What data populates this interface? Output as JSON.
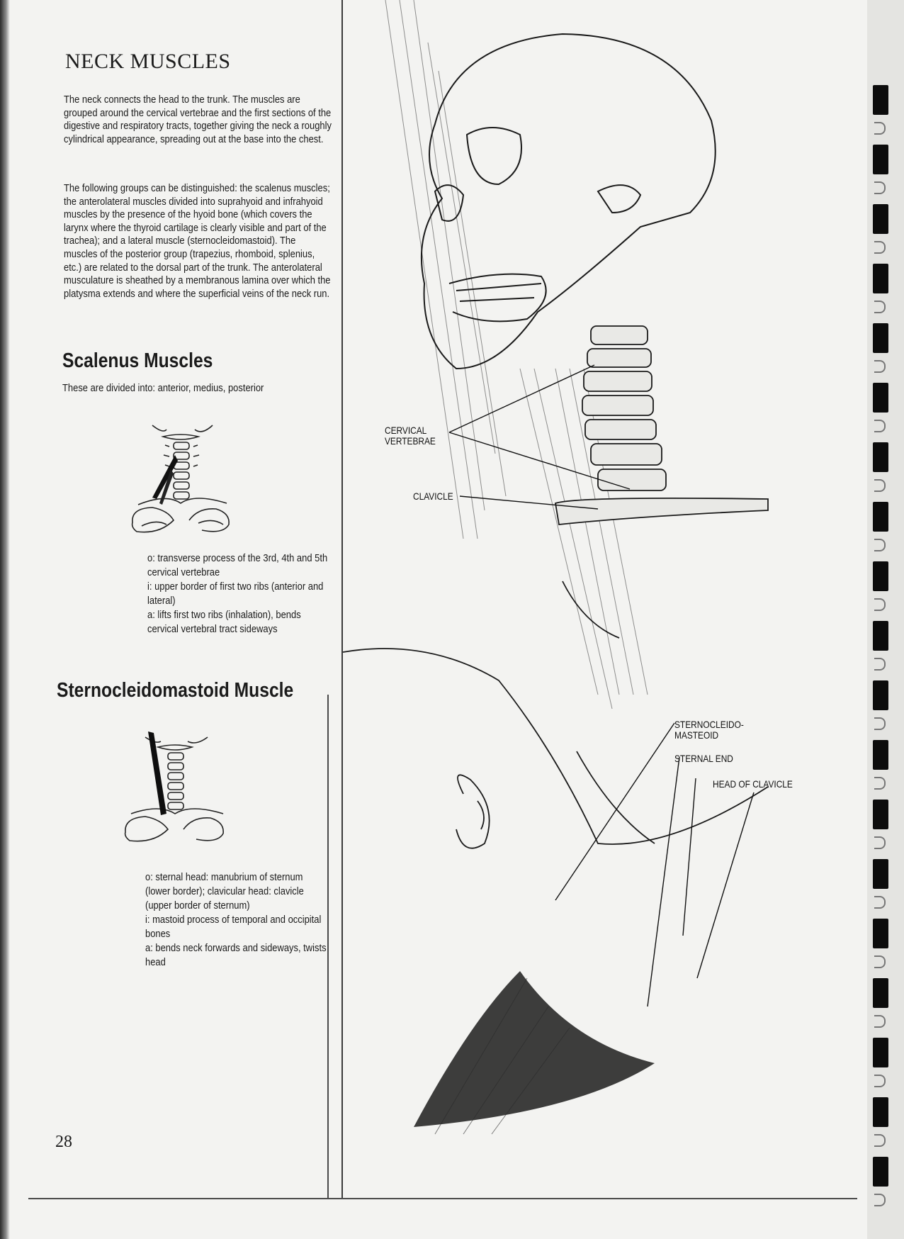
{
  "title": "NECK MUSCLES",
  "intro": [
    "The neck connects the head to the trunk. The muscles are grouped around the cervical vertebrae and the first sections of the digestive and respiratory tracts, together giving the neck a roughly cylindrical appearance, spreading out at the base into the chest.",
    "The following groups can be distinguished: the scalenus muscles; the anterolateral muscles divided into suprahyoid and infrahyoid muscles by the presence of the hyoid bone (which covers the larynx where the thyroid cartilage is clearly visible and part of the trachea); and a lateral muscle (sternocleidomastoid). The muscles of the posterior group (trapezius, rhomboid, splenius, etc.) are related to the dorsal part of the trunk. The anterolateral musculature is sheathed by a membranous lamina over which the platysma extends and where the superficial veins of the neck run."
  ],
  "scalenus": {
    "heading": "Scalenus Muscles",
    "subtext": "These are divided into: anterior, medius, posterior",
    "origin": "o: transverse process of the 3rd, 4th and 5th cervical vertebrae",
    "insertion": "i: upper border of first two ribs (anterior and lateral)",
    "action": "a: lifts first two ribs (inhalation), bends cervical vertebral tract sideways"
  },
  "sternocleidomastoid": {
    "heading": "Sternocleidomastoid Muscle",
    "origin": "o: sternal head: manubrium of sternum (lower border); clavicular head: clavicle (upper border of sternum)",
    "insertion": "i: mastoid process of temporal and occipital bones",
    "action": "a: bends neck forwards and sideways, twists head"
  },
  "labels": {
    "cervical_vertebrae_1": "CERVICAL",
    "cervical_vertebrae_2": "VERTEBRAE",
    "clavicle": "CLAVICLE",
    "scm_1": "STERNOCLEIDO-",
    "scm_2": "MASTEOID",
    "sternal_end": "STERNAL END",
    "head_of_clavicle": "HEAD OF CLAVICLE"
  },
  "page_number": "28"
}
